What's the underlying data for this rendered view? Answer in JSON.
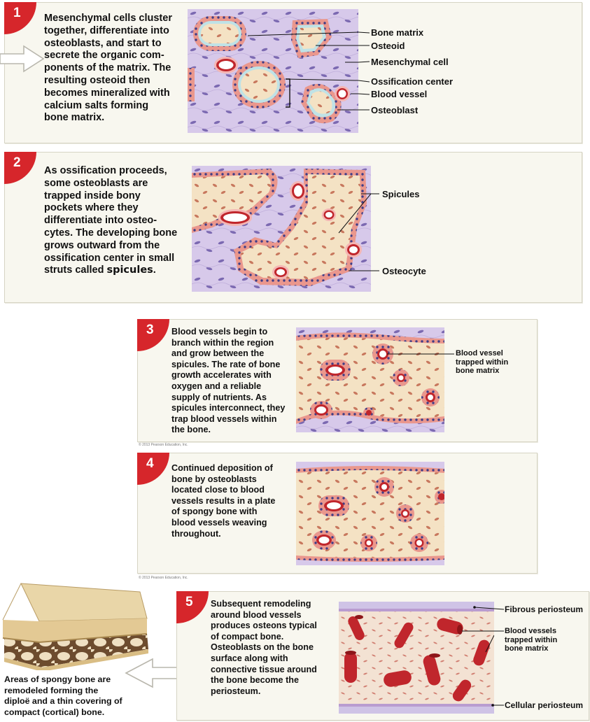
{
  "steps": [
    {
      "number": "1",
      "text": "Mesenchymal cells cluster\ntogether, differentiate into\nosteoblasts, and start to\nsecrete the organic com-\nponents of the matrix. The\nresulting osteoid then\nbecomes mineralized with\ncalcium salts forming\nbone matrix."
    },
    {
      "number": "2",
      "text": "As ossification proceeds,\nsome osteoblasts are\ntrapped inside bony\npockets where they\ndifferentiate into osteo-\ncytes. The developing bone\ngrows outward from the\nossification center in small\nstruts called ",
      "keyword": "spicules",
      "text_end": "."
    },
    {
      "number": "3",
      "text": "Blood vessels begin to\nbranch within the region\nand grow between the\nspicules. The rate of bone\ngrowth accelerates with\noxygen and a reliable\nsupply of nutrients. As\nspicules interconnect, they\ntrap blood vessels within\nthe bone."
    },
    {
      "number": "4",
      "text": "Continued deposition of\nbone by osteoblasts\nlocated close to blood\nvessels results in a plate\nof spongy bone with\nblood vessels weaving\nthroughout."
    },
    {
      "number": "5",
      "text": "Subsequent remodeling\naround blood vessels\nproduces osteons typical\nof compact bone.\nOsteoblasts on the bone\nsurface along with\nconnective tissue around\nthe bone become the\nperiosteum."
    }
  ],
  "labels": {
    "bone_matrix": "Bone matrix",
    "osteoid": "Osteoid",
    "mesenchymal_cell": "Mesenchymal cell",
    "ossification_center": "Ossification center",
    "blood_vessel": "Blood vessel",
    "osteoblast": "Osteoblast",
    "spicules": "Spicules",
    "osteocyte": "Osteocyte",
    "blood_vessel_trapped": "Blood vessel\ntrapped within\nbone matrix",
    "fibrous_periosteum": "Fibrous periosteum",
    "blood_vessels_trapped": "Blood vessels\ntrapped within\nbone matrix",
    "cellular_periosteum": "Cellular periosteum"
  },
  "copyright": "© 2013 Pearson Education, Inc.",
  "caption": "Areas of spongy bone are\nremodeled forming the\ndiploë and a thin covering of\ncompact (cortical) bone.",
  "colors": {
    "badge": "#d6262b",
    "tissue": "#d7c9ea",
    "matrix": "#f5e3c6",
    "osteoblast": "#e9928c",
    "vessel": "#c0262c"
  }
}
